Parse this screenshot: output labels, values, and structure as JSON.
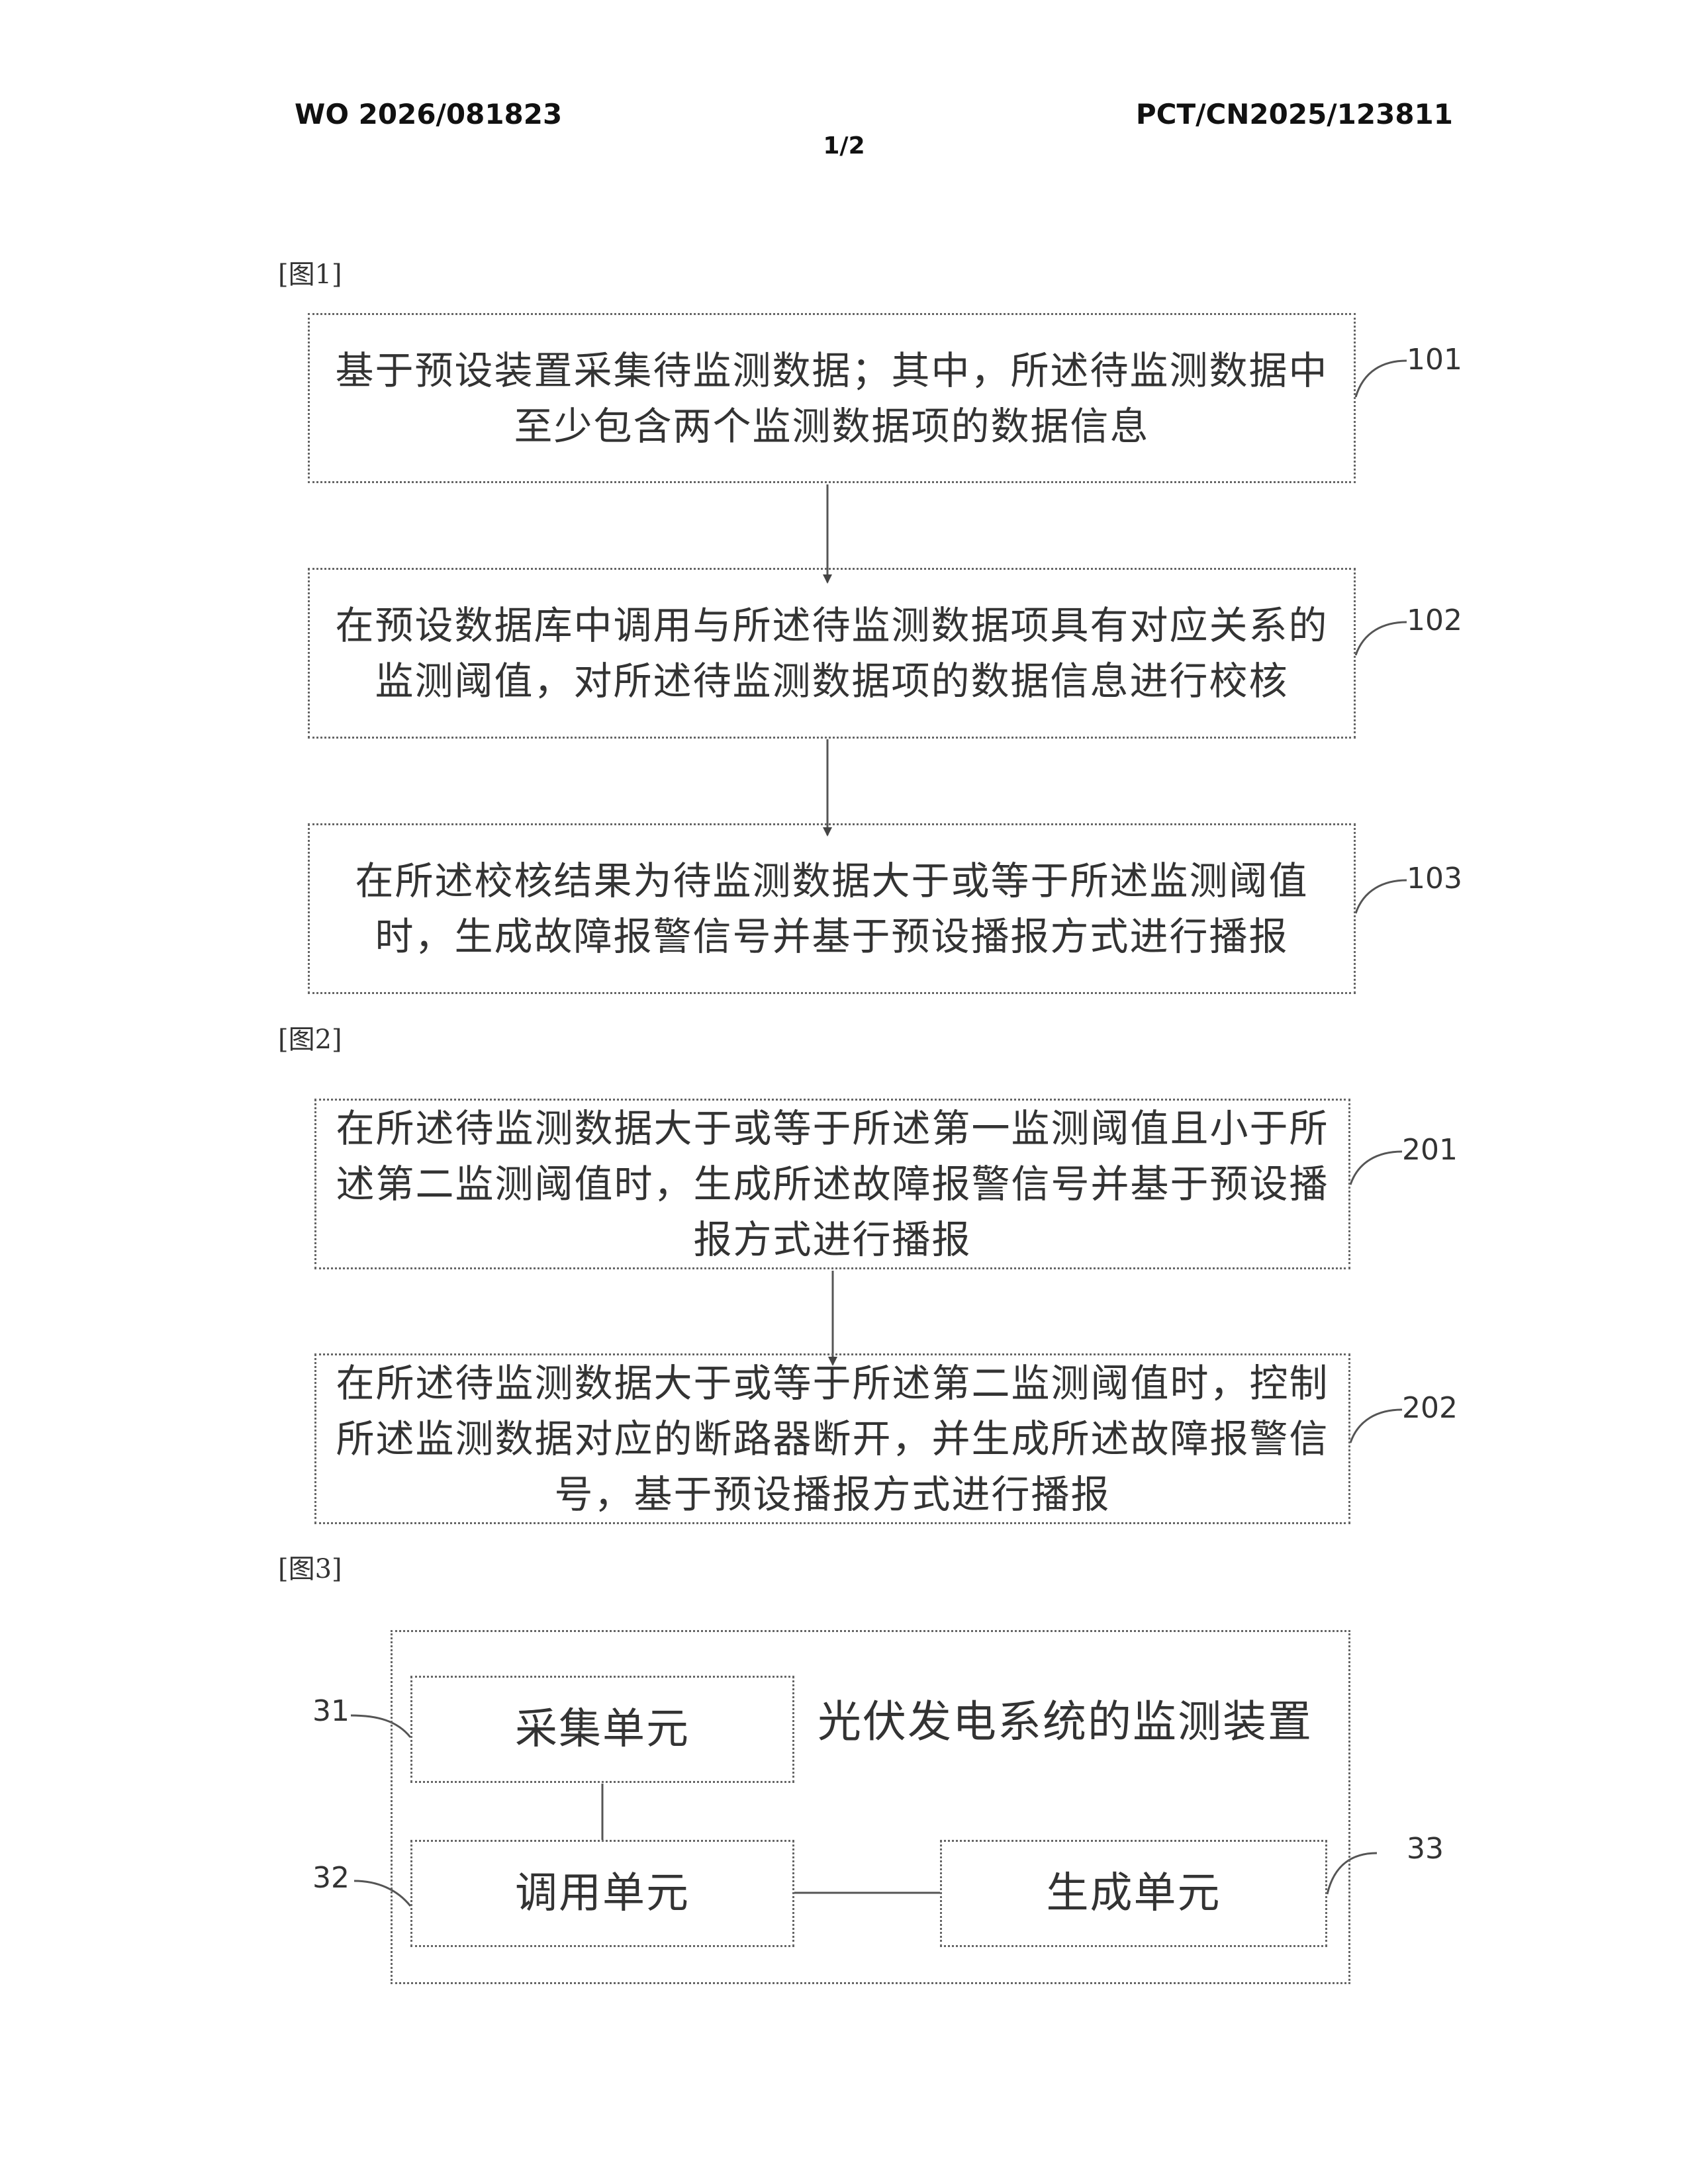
{
  "header": {
    "pub_number": "WO 2026/081823",
    "app_number": "PCT/CN2025/123811",
    "page": "1/2"
  },
  "fig1": {
    "label": "[图1]",
    "steps": [
      {
        "ref": "101",
        "text": "基于预设装置采集待监测数据；其中，所述待监测数据中至少包含两个监测数据项的数据信息"
      },
      {
        "ref": "102",
        "text": "在预设数据库中调用与所述待监测数据项具有对应关系的监测阈值，对所述待监测数据项的数据信息进行校核"
      },
      {
        "ref": "103",
        "text": "在所述校核结果为待监测数据大于或等于所述监测阈值时，生成故障报警信号并基于预设播报方式进行播报"
      }
    ]
  },
  "fig2": {
    "label": "[图2]",
    "steps": [
      {
        "ref": "201",
        "text": "在所述待监测数据大于或等于所述第一监测阈值且小于所述第二监测阈值时，生成所述故障报警信号并基于预设播报方式进行播报"
      },
      {
        "ref": "202",
        "text": "在所述待监测数据大于或等于所述第二监测阈值时，控制所述监测数据对应的断路器断开，并生成所述故障报警信号，基于预设播报方式进行播报"
      }
    ]
  },
  "fig3": {
    "label": "[图3]",
    "title": "光伏发电系统的监测装置",
    "units": [
      {
        "ref": "31",
        "text": "采集单元"
      },
      {
        "ref": "32",
        "text": "调用单元"
      },
      {
        "ref": "33",
        "text": "生成单元"
      }
    ]
  }
}
